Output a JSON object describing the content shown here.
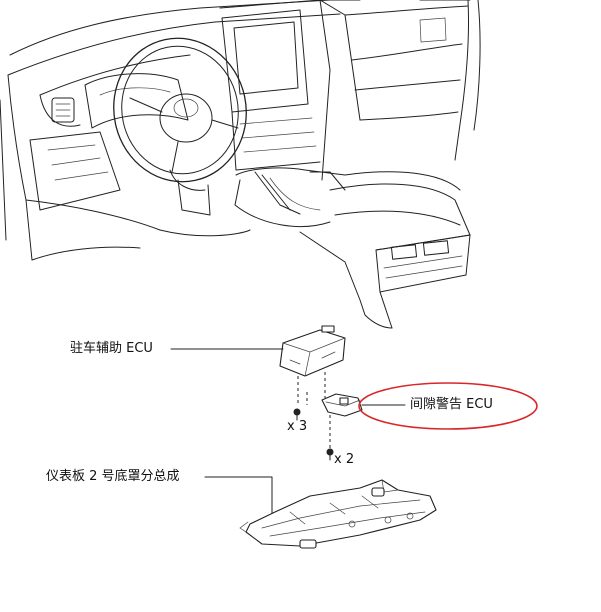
{
  "labels": {
    "parking_assist_ecu": "驻车辅助 ECU",
    "clearance_warning_ecu": "间隙警告 ECU",
    "lower_panel": "仪表板 2 号底罩分总成"
  },
  "quantities": {
    "screws_a": "x 3",
    "screws_b": "x 2"
  },
  "colors": {
    "highlight_ellipse": "#d9262b",
    "linework": "#222222"
  }
}
